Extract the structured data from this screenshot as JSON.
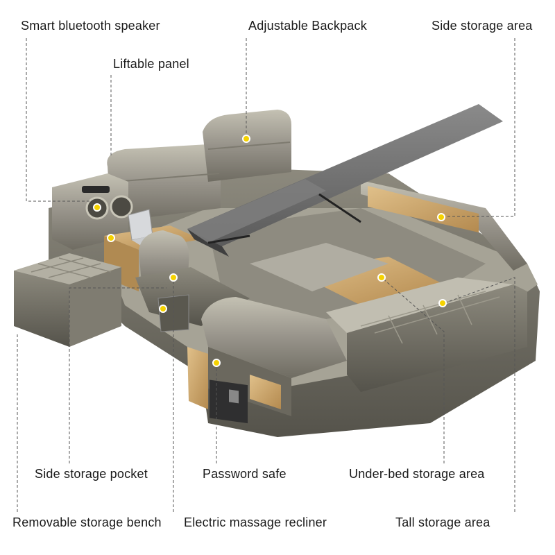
{
  "labels": {
    "smart_bluetooth_speaker": "Smart bluetooth speaker",
    "adjustable_backpack": "Adjustable Backpack",
    "side_storage_area": "Side storage area",
    "liftable_panel": "Liftable panel",
    "side_storage_pocket": "Side storage pocket",
    "password_safe": "Password safe",
    "under_bed_storage_area": "Under-bed storage area",
    "removable_storage_bench": "Removable storage bench",
    "electric_massage_recliner": "Electric massage recliner",
    "tall_storage_area": "Tall storage area"
  },
  "colors": {
    "leather": "#8d8a7c",
    "leather_light": "#b9b6a8",
    "wood": "#c9a46a",
    "mattress": "#6e6e6e",
    "hotspot": "#f5d200",
    "leader_line": "#555555"
  }
}
